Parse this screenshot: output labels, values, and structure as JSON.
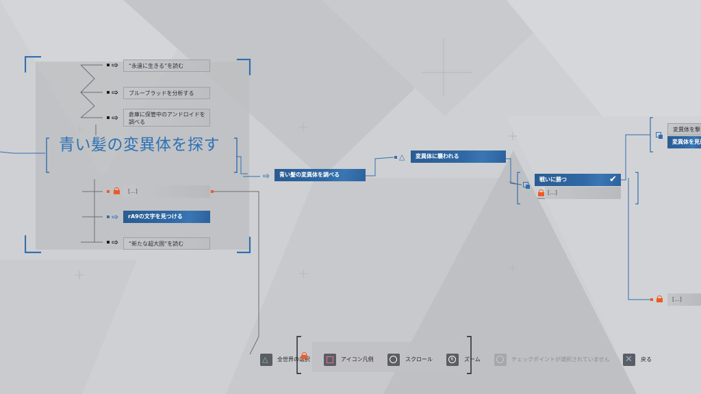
{
  "left_panel": {
    "title": "青い髪の変異体を探す",
    "branches": [
      {
        "label": "“永遠に生きる”を読む"
      },
      {
        "label": "ブルーブラッドを分析する"
      },
      {
        "label": "倉庫に保管中のアンドロイドを調べる"
      },
      {
        "label": "[...]"
      },
      {
        "label": "rA9の文字を見つける"
      },
      {
        "label": "“新たな超大国”を読む"
      }
    ]
  },
  "flow_nodes": {
    "investigate_blue_hair": "青い髪の変異体を調べる",
    "attacked_by_deviant": "変異体に襲われる",
    "win_fight": "戦いに勝つ",
    "win_fight_locked": "[...]",
    "shoot_deviant": "変異体を撃つ",
    "let_deviant_go": "変異体を見逃",
    "far_right_locked": "[...]"
  },
  "bottom_bar": {
    "select_all_worlds": "全世界の選択",
    "icon_legend": "アイコン凡例",
    "scroll": "スクロール",
    "zoom": "ズーム",
    "checkpoint_status": "チェックポイントが選択されていません",
    "back": "戻る",
    "r_glyph": "R"
  },
  "colors": {
    "accent_blue": "#2f6fb0",
    "lock_orange": "#ee5a24",
    "background": "#cfd0d3"
  }
}
